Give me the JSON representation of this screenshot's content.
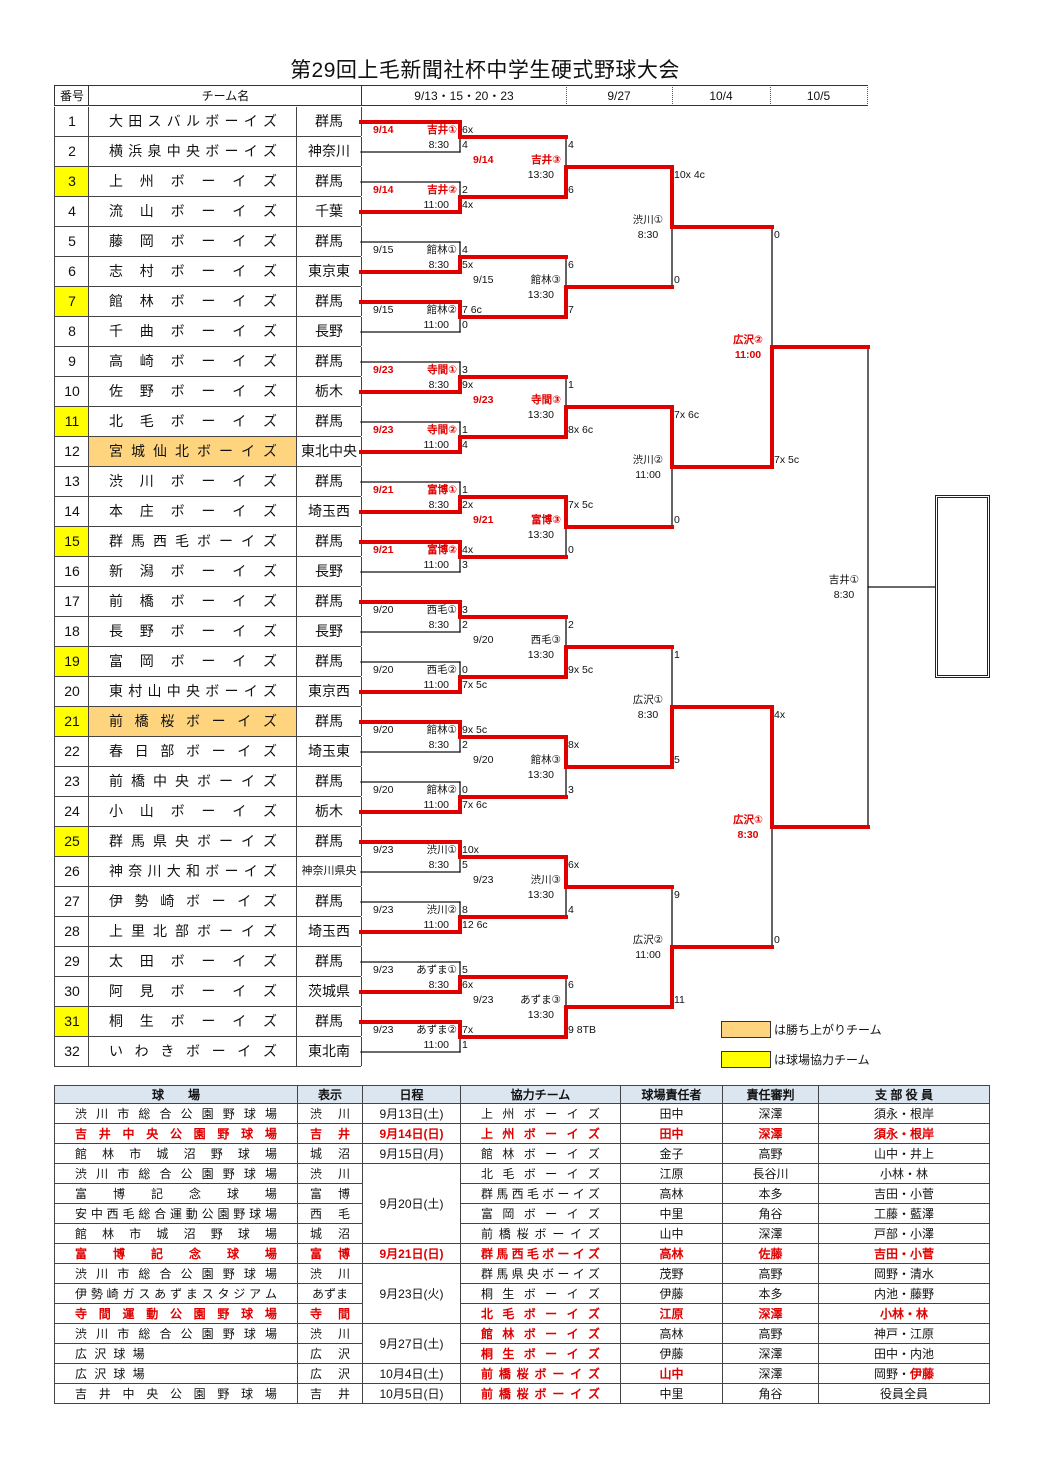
{
  "title": "第29回上毛新聞社杯中学生硬式野球大会",
  "header": {
    "number": "番号",
    "team_name": "チーム名",
    "round_dates": [
      "9/13・15・20・23",
      "9/27",
      "10/4",
      "10/5"
    ]
  },
  "colors": {
    "win_line": "#e00000",
    "cooperating": "#ffff00",
    "advanced": "#ffd47f"
  },
  "teams": [
    {
      "no": "1",
      "name": "大田スバルボーイズ",
      "pref": "群馬"
    },
    {
      "no": "2",
      "name": "横浜泉中央ボーイズ",
      "pref": "神奈川"
    },
    {
      "no": "3",
      "name": "上州ボーイズ",
      "pref": "群馬",
      "cooperating": true
    },
    {
      "no": "4",
      "name": "流山ボーイズ",
      "pref": "千葉"
    },
    {
      "no": "5",
      "name": "藤岡ボーイズ",
      "pref": "群馬"
    },
    {
      "no": "6",
      "name": "志村ボーイズ",
      "pref": "東京東"
    },
    {
      "no": "7",
      "name": "館林ボーイズ",
      "pref": "群馬",
      "cooperating": true
    },
    {
      "no": "8",
      "name": "千曲ボーイズ",
      "pref": "長野"
    },
    {
      "no": "9",
      "name": "高崎ボーイズ",
      "pref": "群馬"
    },
    {
      "no": "10",
      "name": "佐野ボーイズ",
      "pref": "栃木"
    },
    {
      "no": "11",
      "name": "北毛ボーイズ",
      "pref": "群馬",
      "cooperating": true
    },
    {
      "no": "12",
      "name": "宮城仙北ボーイズ",
      "pref": "東北中央",
      "advanced": true
    },
    {
      "no": "13",
      "name": "渋川ボーイズ",
      "pref": "群馬"
    },
    {
      "no": "14",
      "name": "本庄ボーイズ",
      "pref": "埼玉西"
    },
    {
      "no": "15",
      "name": "群馬西毛ボーイズ",
      "pref": "群馬",
      "cooperating": true
    },
    {
      "no": "16",
      "name": "新潟ボーイズ",
      "pref": "長野"
    },
    {
      "no": "17",
      "name": "前橋ボーイズ",
      "pref": "群馬"
    },
    {
      "no": "18",
      "name": "長野ボーイズ",
      "pref": "長野"
    },
    {
      "no": "19",
      "name": "富岡ボーイズ",
      "pref": "群馬",
      "cooperating": true
    },
    {
      "no": "20",
      "name": "東村山中央ボーイズ",
      "pref": "東京西"
    },
    {
      "no": "21",
      "name": "前橋桜ボーイズ",
      "pref": "群馬",
      "cooperating": true,
      "advanced": true
    },
    {
      "no": "22",
      "name": "春日部ボーイズ",
      "pref": "埼玉東"
    },
    {
      "no": "23",
      "name": "前橋中央ボーイズ",
      "pref": "群馬"
    },
    {
      "no": "24",
      "name": "小山ボーイズ",
      "pref": "栃木"
    },
    {
      "no": "25",
      "name": "群馬県央ボーイズ",
      "pref": "群馬",
      "cooperating": true
    },
    {
      "no": "26",
      "name": "神奈川大和ボーイズ",
      "pref": "神奈川県央"
    },
    {
      "no": "27",
      "name": "伊勢崎ボーイズ",
      "pref": "群馬"
    },
    {
      "no": "28",
      "name": "上里北部ボーイズ",
      "pref": "埼玉西"
    },
    {
      "no": "29",
      "name": "太田ボーイズ",
      "pref": "群馬"
    },
    {
      "no": "30",
      "name": "阿見ボーイズ",
      "pref": "茨城県"
    },
    {
      "no": "31",
      "name": "桐生ボーイズ",
      "pref": "群馬",
      "cooperating": true
    },
    {
      "no": "32",
      "name": "いわきボーイズ",
      "pref": "東北南"
    }
  ],
  "bracket": {
    "round1": [
      {
        "date": "9/14",
        "venue": "吉井①",
        "time": "8:30",
        "scores": [
          "6x",
          "4"
        ],
        "winner": 0,
        "highlight": true
      },
      {
        "date": "9/14",
        "venue": "吉井②",
        "time": "11:00",
        "scores": [
          "2",
          "4x"
        ],
        "winner": 1,
        "highlight": true
      },
      {
        "date": "9/15",
        "venue": "館林①",
        "time": "8:30",
        "scores": [
          "4",
          "5x"
        ],
        "winner": 1
      },
      {
        "date": "9/15",
        "venue": "館林②",
        "time": "11:00",
        "scores": [
          "7 6c",
          "0"
        ],
        "winner": 0
      },
      {
        "date": "9/23",
        "venue": "寺間①",
        "time": "8:30",
        "scores": [
          "3",
          "9x"
        ],
        "winner": 1,
        "highlight": true
      },
      {
        "date": "9/23",
        "venue": "寺間②",
        "time": "11:00",
        "scores": [
          "1",
          "4"
        ],
        "winner": 1,
        "highlight": true
      },
      {
        "date": "9/21",
        "venue": "富博①",
        "time": "8:30",
        "scores": [
          "1",
          "2x"
        ],
        "winner": 1,
        "highlight": true
      },
      {
        "date": "9/21",
        "venue": "富博②",
        "time": "11:00",
        "scores": [
          "4x",
          "3"
        ],
        "winner": 0,
        "highlight": true
      },
      {
        "date": "9/20",
        "venue": "西毛①",
        "time": "8:30",
        "scores": [
          "3",
          "2"
        ],
        "winner": 0
      },
      {
        "date": "9/20",
        "venue": "西毛②",
        "time": "11:00",
        "scores": [
          "0",
          "7x 5c"
        ],
        "winner": 1
      },
      {
        "date": "9/20",
        "venue": "館林①",
        "time": "8:30",
        "scores": [
          "9x 5c",
          "2"
        ],
        "winner": 0
      },
      {
        "date": "9/20",
        "venue": "館林②",
        "time": "11:00",
        "scores": [
          "0",
          "7x 6c"
        ],
        "winner": 1
      },
      {
        "date": "9/23",
        "venue": "渋川①",
        "time": "8:30",
        "scores": [
          "10x",
          "5"
        ],
        "winner": 0
      },
      {
        "date": "9/23",
        "venue": "渋川②",
        "time": "11:00",
        "scores": [
          "8",
          "12 6c"
        ],
        "winner": 1
      },
      {
        "date": "9/23",
        "venue": "あずま①",
        "time": "8:30",
        "scores": [
          "5",
          "6x"
        ],
        "winner": 1
      },
      {
        "date": "9/23",
        "venue": "あずま②",
        "time": "11:00",
        "scores": [
          "7x",
          "1"
        ],
        "winner": 0
      }
    ],
    "round2": [
      {
        "date": "9/14",
        "venue": "吉井③",
        "time": "13:30",
        "scores": [
          "4",
          "6"
        ],
        "winner": 1,
        "highlight": true
      },
      {
        "date": "9/15",
        "venue": "館林③",
        "time": "13:30",
        "scores": [
          "6",
          "7"
        ],
        "winner": 1
      },
      {
        "date": "9/23",
        "venue": "寺間③",
        "time": "13:30",
        "scores": [
          "1",
          "8x 6c"
        ],
        "winner": 1,
        "highlight": true
      },
      {
        "date": "9/21",
        "venue": "富博③",
        "time": "13:30",
        "scores": [
          "7x 5c",
          "0"
        ],
        "winner": 0,
        "highlight": true
      },
      {
        "date": "9/20",
        "venue": "西毛③",
        "time": "13:30",
        "scores": [
          "2",
          "9x 5c"
        ],
        "winner": 1
      },
      {
        "date": "9/20",
        "venue": "館林③",
        "time": "13:30",
        "scores": [
          "8x",
          "3"
        ],
        "winner": 0
      },
      {
        "date": "9/23",
        "venue": "渋川③",
        "time": "13:30",
        "scores": [
          "6x",
          "4"
        ],
        "winner": 0
      },
      {
        "date": "9/23",
        "venue": "あずま③",
        "time": "13:30",
        "scores": [
          "6",
          "9 8TB"
        ],
        "winner": 1
      }
    ],
    "round3": [
      {
        "venue": "渋川①",
        "time": "8:30",
        "scores": [
          "10x 4c",
          "0"
        ],
        "winner": 0
      },
      {
        "venue": "渋川②",
        "time": "11:00",
        "scores": [
          "7x 6c",
          "0"
        ],
        "winner": 0
      },
      {
        "venue": "広沢①",
        "time": "8:30",
        "scores": [
          "1",
          "5"
        ],
        "winner": 1
      },
      {
        "venue": "広沢②",
        "time": "11:00",
        "scores": [
          "9",
          "11"
        ],
        "winner": 1
      }
    ],
    "round4": [
      {
        "venue": "広沢②",
        "time": "11:00",
        "scores": [
          "0",
          "7x 5c"
        ],
        "winner": 1,
        "highlight": true
      },
      {
        "venue": "広沢①",
        "time": "8:30",
        "scores": [
          "4x",
          "0"
        ],
        "winner": 0,
        "highlight": true
      }
    ],
    "final": [
      {
        "venue": "吉井①",
        "time": "8:30",
        "scores": [
          "",
          ""
        ],
        "winner": null
      }
    ]
  },
  "legend": {
    "advanced": "は勝ち上がりチーム",
    "cooperating": "は球場協力チーム"
  },
  "venue_table": {
    "headers": [
      "球　　場",
      "表示",
      "日程",
      "協力チーム",
      "球場責任者",
      "責任審判",
      "支 部 役 員"
    ],
    "rows": [
      {
        "venue": "渋川市総合公園野球場",
        "display": "渋川",
        "date": "9月13日(土)",
        "date_span": 1,
        "team": "上州ボーイズ",
        "manager": "田中",
        "umpire": "深澤",
        "officials": [
          {
            "text": "須永・根岸"
          }
        ],
        "red": []
      },
      {
        "venue": "吉井中央公園野球場",
        "display": "吉井",
        "date": "9月14日(日)",
        "date_span": 1,
        "team": "上州ボーイズ",
        "manager": "田中",
        "umpire": "深澤",
        "officials": [
          {
            "text": "須永・根岸",
            "red": true
          }
        ],
        "red": [
          "venue",
          "display",
          "date",
          "team",
          "manager",
          "umpire"
        ]
      },
      {
        "venue": "館林市城沼野球場",
        "display": "城沼",
        "date": "9月15日(月)",
        "date_span": 1,
        "team": "館林ボーイズ",
        "manager": "金子",
        "umpire": "高野",
        "officials": [
          {
            "text": "山中・井上"
          }
        ],
        "red": []
      },
      {
        "venue": "渋川市総合公園野球場",
        "display": "渋川",
        "date": "9月20日(土)",
        "date_span": 4,
        "team": "北毛ボーイズ",
        "manager": "江原",
        "umpire": "長谷川",
        "officials": [
          {
            "text": "小林・林"
          }
        ],
        "red": []
      },
      {
        "venue": "富博記念球場",
        "display": "富博",
        "team": "群馬西毛ボーイズ",
        "manager": "高林",
        "umpire": "本多",
        "officials": [
          {
            "text": "吉田・小菅"
          }
        ],
        "red": []
      },
      {
        "venue": "安中西毛総合運動公園野球場",
        "display": "西毛",
        "team": "富岡ボーイズ",
        "manager": "中里",
        "umpire": "角谷",
        "officials": [
          {
            "text": "工藤・藍澤"
          }
        ],
        "red": []
      },
      {
        "venue": "館林市城沼野球場",
        "display": "城沼",
        "team": "前橋桜ボーイズ",
        "manager": "山中",
        "umpire": "深澤",
        "officials": [
          {
            "text": "戸部・小澤"
          }
        ],
        "red": []
      },
      {
        "venue": "富博記念球場",
        "display": "富博",
        "date": "9月21日(日)",
        "date_span": 1,
        "team": "群馬西毛ボーイズ",
        "manager": "高林",
        "umpire": "佐藤",
        "officials": [
          {
            "text": "吉田・小菅",
            "red": true
          }
        ],
        "red": [
          "venue",
          "display",
          "date",
          "team",
          "manager",
          "umpire"
        ]
      },
      {
        "venue": "渋川市総合公園野球場",
        "display": "渋川",
        "date": "9月23日(火)",
        "date_span": 3,
        "team": "群馬県央ボーイズ",
        "manager": "茂野",
        "umpire": "高野",
        "officials": [
          {
            "text": "岡野・清水"
          }
        ],
        "red": []
      },
      {
        "venue": "伊勢崎ガスあずまスタジアム",
        "display": "あずま",
        "team": "桐生ボーイズ",
        "manager": "伊藤",
        "umpire": "本多",
        "officials": [
          {
            "text": "内池・藤野"
          }
        ],
        "red": []
      },
      {
        "venue": "寺間運動公園野球場",
        "display": "寺間",
        "team": "北毛ボーイズ",
        "manager": "江原",
        "umpire": "深澤",
        "officials": [
          {
            "text": "小林・林",
            "red": true
          }
        ],
        "red": [
          "venue",
          "display",
          "team",
          "manager",
          "umpire"
        ]
      },
      {
        "venue": "渋川市総合公園野球場",
        "display": "渋川",
        "date": "9月27日(土)",
        "date_span": 2,
        "team": "館林ボーイズ",
        "manager": "高林",
        "umpire": "高野",
        "officials": [
          {
            "text": "神戸・江原"
          }
        ],
        "red": [
          "team"
        ]
      },
      {
        "venue": "広沢球場",
        "display": "広沢",
        "team": "桐生ボーイズ",
        "manager": "伊藤",
        "umpire": "深澤",
        "officials": [
          {
            "text": "田中・内池"
          }
        ],
        "red": [
          "team"
        ]
      },
      {
        "venue": "広沢球場",
        "display": "広沢",
        "date": "10月4日(土)",
        "date_span": 1,
        "team": "前橋桜ボーイズ",
        "manager": "山中",
        "umpire": "深澤",
        "officials": [
          {
            "text": "岡野・"
          },
          {
            "text": "伊藤",
            "red": true
          }
        ],
        "red": [
          "team",
          "manager"
        ]
      },
      {
        "venue": "吉井中央公園野球場",
        "display": "吉井",
        "date": "10月5日(日)",
        "date_span": 1,
        "team": "前橋桜ボーイズ",
        "manager": "中里",
        "umpire": "角谷",
        "officials": [
          {
            "text": "役員全員"
          }
        ],
        "red": [
          "team"
        ]
      }
    ]
  }
}
